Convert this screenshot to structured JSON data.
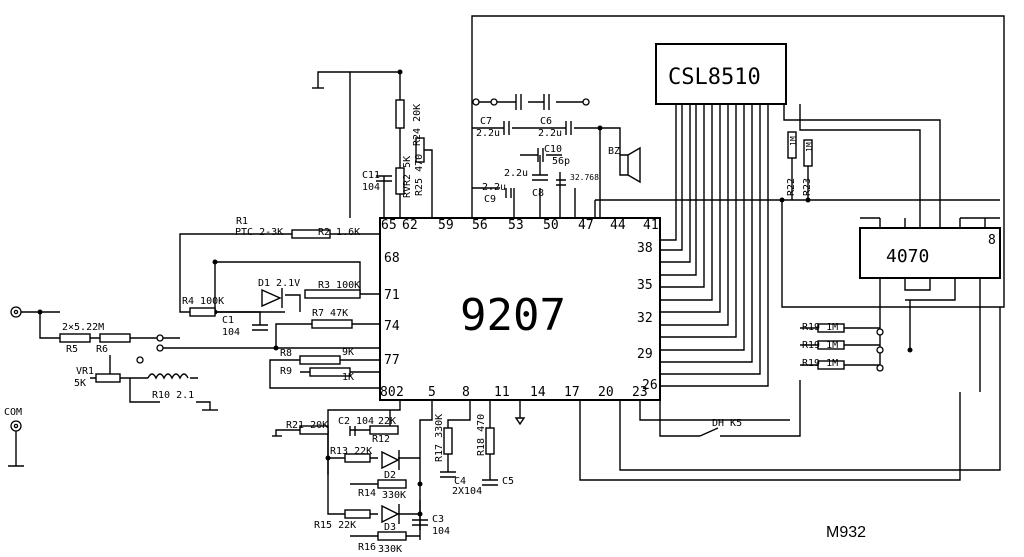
{
  "chips": {
    "main": "9207",
    "display": "CSL8510",
    "gate": "4070",
    "gate_pin": "8"
  },
  "pins": {
    "top": [
      "65",
      "62",
      "59",
      "56",
      "53",
      "50",
      "47",
      "44",
      "41"
    ],
    "right": [
      "38",
      "35",
      "32",
      "29",
      "26"
    ],
    "left": [
      "68",
      "71",
      "74",
      "77",
      "80"
    ],
    "bottom": [
      "2",
      "5",
      "8",
      "11",
      "14",
      "17",
      "20",
      "23"
    ]
  },
  "labels": {
    "r1": "R1",
    "ptc": "PTC 2-3K",
    "r2": "R2 1.6K",
    "d1": "D1 2.1V",
    "r4": "R4 100K",
    "r3": "R3 100K",
    "c1": "C1",
    "c1v": "104",
    "r7": "R7 47K",
    "r8": "R8",
    "r8v": "9K",
    "r9": "R9",
    "r9v": "1K",
    "r5val": "2×5.22M",
    "r5": "R5",
    "r6": "R6",
    "vr1": "VR1",
    "vr1v": "5K",
    "r10": "R10 2.1",
    "com": "COM",
    "c11": "C11",
    "c11v": "104",
    "r24": "R24 20K",
    "rvr2": "RVR2 5K",
    "r25": "R25 470",
    "c7": "C7",
    "c7v": "2.2u",
    "c6": "C6",
    "c6v": "2.2u",
    "c10": "C10",
    "c10v": "56p",
    "bz": "BZ",
    "c9v": "2.2u",
    "c9": "C9",
    "c8v": "2.2u",
    "c8": "C8",
    "xtal": "32.768",
    "r22": "R22",
    "r23": "R23",
    "m1": "1M",
    "m2": "1M",
    "r19a": "R19 1M",
    "r19b": "R19 1M",
    "r19c": "R19 1M",
    "dh": "DH K5",
    "r21": "R21 20K",
    "c2": "C2",
    "c2v": "104",
    "r12": "R12",
    "r12v": "22K",
    "r13": "R13 22K",
    "d2": "D2",
    "r14": "R14",
    "r14v": "330K",
    "r15": "R15 22K",
    "d3": "D3",
    "r16": "R16",
    "r16v": "330K",
    "c3": "C3",
    "c3v": "104",
    "r17": "R17 330K",
    "c4": "C4",
    "c4v": "2X104",
    "c5": "C5",
    "r18": "R18 470",
    "model": "M932"
  }
}
